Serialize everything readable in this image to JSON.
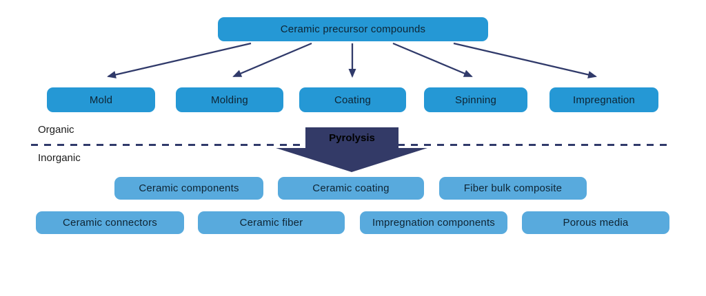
{
  "diagram": {
    "title_box": "Ceramic precursor compounds",
    "process_boxes": [
      "Mold",
      "Molding",
      "Coating",
      "Spinning",
      "Impregnation"
    ],
    "phase": {
      "organic": "Organic",
      "inorganic": "Inorganic"
    },
    "transition_arrow": "Pyrolysis",
    "product_row1": [
      "Ceramic components",
      "Ceramic coating",
      "Fiber bulk composite"
    ],
    "product_row2": [
      "Ceramic connectors",
      "Ceramic fiber",
      "Impregnation components",
      "Porous media"
    ],
    "colors": {
      "primary_box": "#2598d5",
      "secondary_box": "#58aadd",
      "connector": "#303a6a",
      "transition_fill": "#333a67",
      "box_text": "#0e2433",
      "label_text": "#1a1a1a",
      "transition_text": "#000000"
    }
  }
}
